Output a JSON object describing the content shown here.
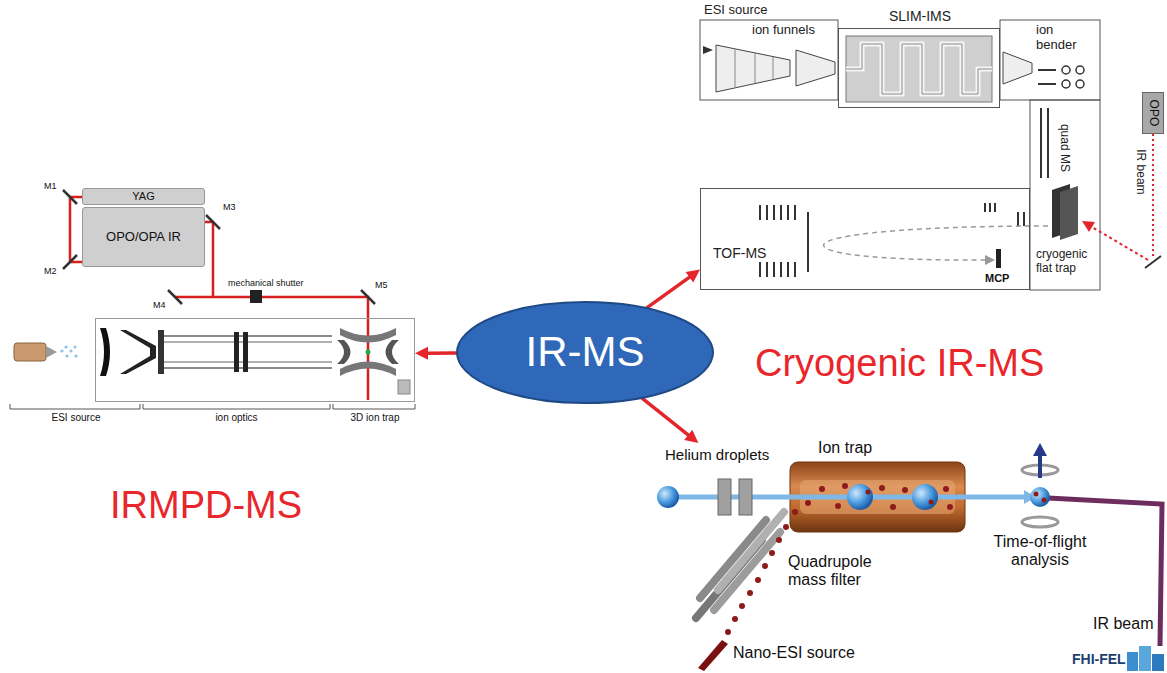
{
  "diagram": {
    "nodes": [
      {
        "text": [
          "SLIM-IMS"
        ]
      },
      {
        "text": [
          "OPO"
        ]
      },
      {
        "text": [
          "YAG"
        ]
      },
      {
        "text": [
          "OPO/OPA IR"
        ]
      },
      {
        "text": [
          "TOF-MS",
          "MCP"
        ]
      },
      {
        "text": [
          "IR-MS"
        ]
      },
      {
        "text": [
          "ESI source",
          "ion optics",
          "3D ion trap"
        ]
      },
      {
        "text": [
          "Helium droplets"
        ]
      },
      {
        "text": [
          "Ion trap"
        ]
      }
    ],
    "edges": [
      {
        "from": 5,
        "to": 6,
        "arrow": "to"
      },
      {
        "from": 5,
        "to": 4,
        "arrow": "to"
      },
      {
        "from": 5,
        "to": 7,
        "arrow": "to"
      }
    ],
    "labels": [
      "ESI source",
      "ion funnels",
      "ion bender",
      "quad MS",
      "cryogenic flat trap",
      "IR beam",
      "M1",
      "M2",
      "M3",
      "M4",
      "M5",
      "mechanical shutter",
      "Cryogenic IR-MS",
      "IRMPD-MS",
      "Quadrupole mass filter",
      "Time-of-flight analysis",
      "IR beam",
      "Nano-ESI source",
      "FHI-FEL"
    ]
  }
}
